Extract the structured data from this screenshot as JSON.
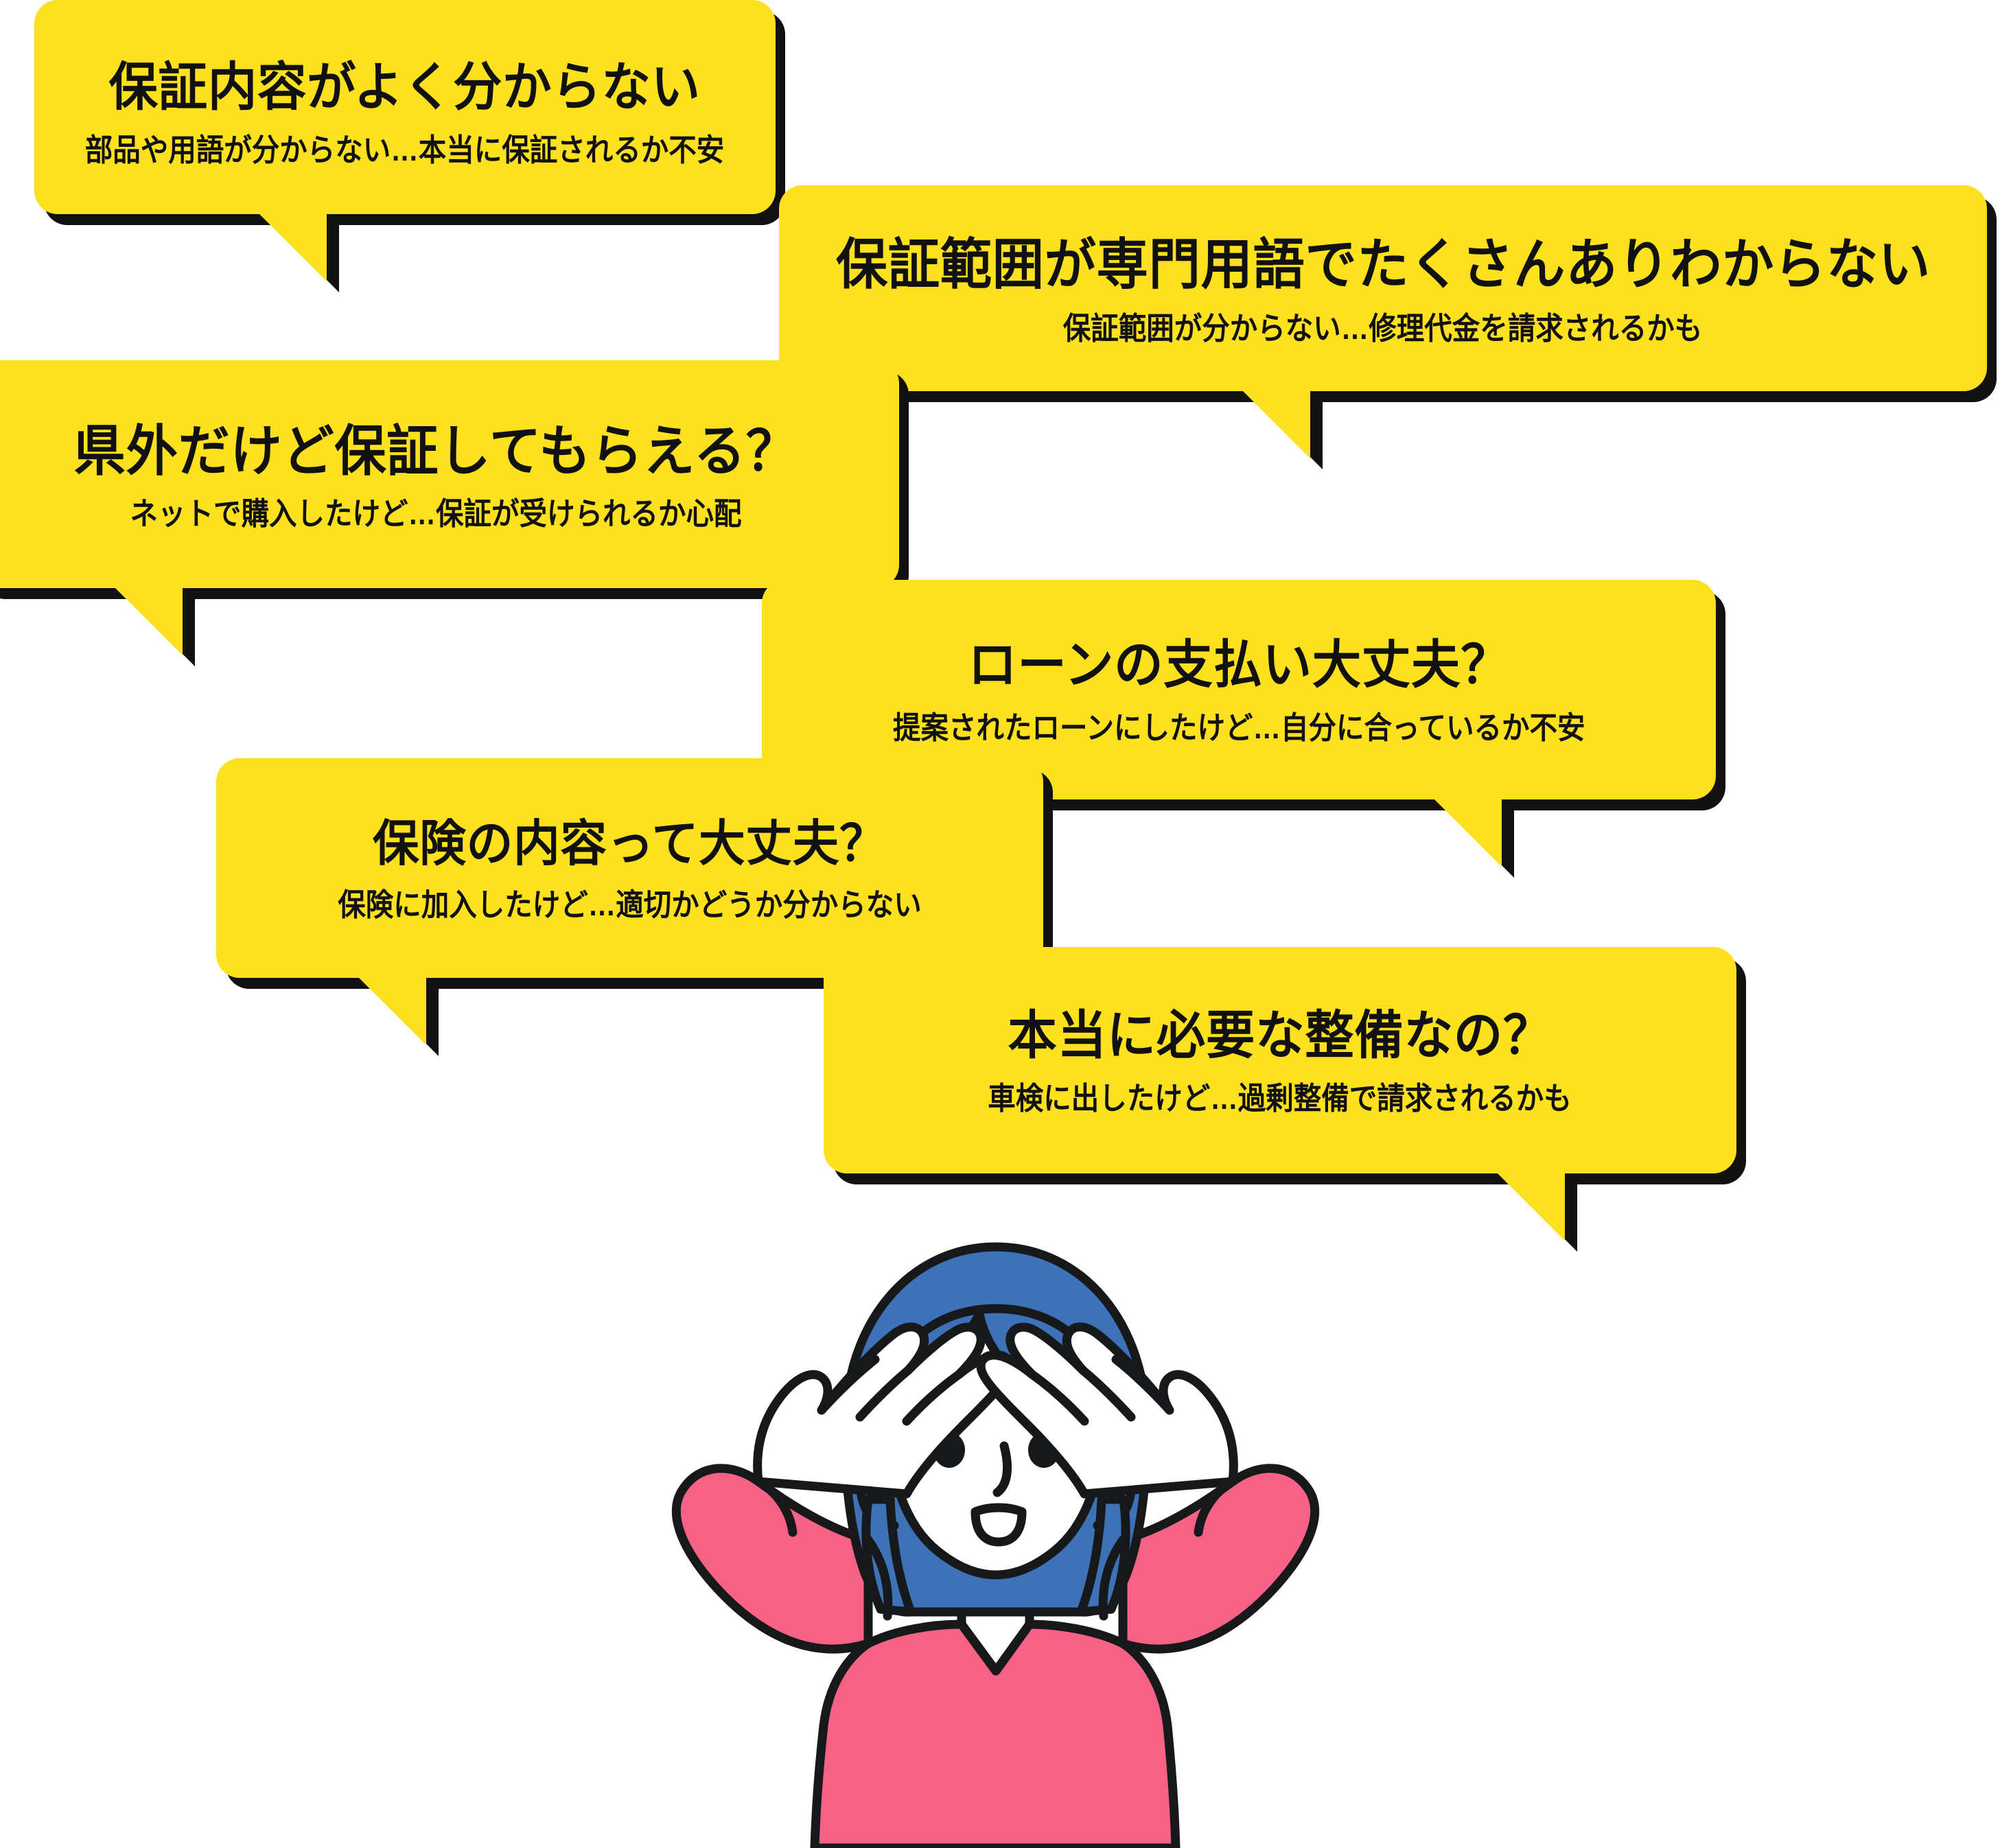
{
  "page": {
    "background_color": "#ffffff",
    "bubble_fill": "#FDE01E",
    "bubble_outline": "#111111",
    "illustration_hair_color": "#3D72B8",
    "illustration_top_color": "#F66285",
    "illustration_skin_color": "#FFFFFF"
  },
  "bubbles": [
    {
      "id": "warranty-content",
      "title": "保証内容がよく分からない",
      "sub": "部品や用語が分からない…本当に保証されるか不安"
    },
    {
      "id": "warranty-scope",
      "title": "保証範囲が専門用語でたくさんありわからない",
      "sub": "保証範囲が分からない…修理代金を請求されるかも"
    },
    {
      "id": "out-of-prefecture",
      "title": "県外だけど保証してもらえる？",
      "sub": "ネットで購入したけど…保証が受けられるか心配"
    },
    {
      "id": "loan-payment",
      "title": "ローンの支払い大丈夫？",
      "sub": "提案されたローンにしたけど…自分に合っているか不安"
    },
    {
      "id": "insurance-content",
      "title": "保険の内容って大丈夫？",
      "sub": "保険に加入したけど…適切かどうか分からない"
    },
    {
      "id": "necessary-maintenance",
      "title": "本当に必要な整備なの？",
      "sub": "車検に出したけど…過剰整備で請求されるかも"
    }
  ],
  "illustration": {
    "name": "worried-woman-holding-head-illustration",
    "alt": "両手で頭を抱えて困っている女性のイラスト"
  }
}
